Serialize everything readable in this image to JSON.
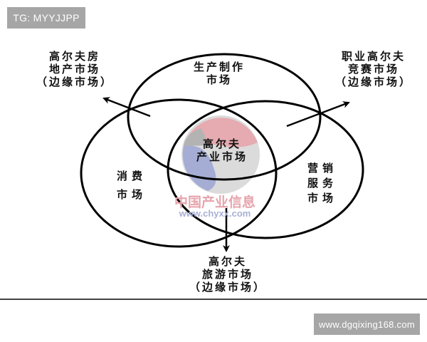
{
  "badges": {
    "top_left": "TG: MYYJJPP",
    "bottom_right": "www.dgqixing168.com"
  },
  "diagram": {
    "center": {
      "line1": "高尔夫",
      "line2": "产业市场"
    },
    "circles": {
      "top": {
        "line1": "生产制作",
        "line2": "市场"
      },
      "left": {
        "line1": "消费",
        "line2": "市场"
      },
      "right": {
        "line1": "营销",
        "line2": "服务",
        "line3": "市场"
      }
    },
    "edge_markets": {
      "top_left": {
        "line1": "高尔夫房",
        "line2": "地产市场",
        "line3": "（边缘市场）"
      },
      "top_right": {
        "line1": "职业高尔夫",
        "line2": "竞赛市场",
        "line3": "（边缘市场）"
      },
      "bottom": {
        "line1": "高尔夫",
        "line2": "旅游市场",
        "line3": "（边缘市场）"
      }
    },
    "watermark": {
      "cn": "中国产业信息",
      "url": "www.chyxx.com"
    },
    "colors": {
      "line": "#000000",
      "logo_red": "#d98a93",
      "logo_blue": "#7f8cc4",
      "logo_gray": "#c8c8c8",
      "badge_bg": "#a6a6a6"
    }
  }
}
